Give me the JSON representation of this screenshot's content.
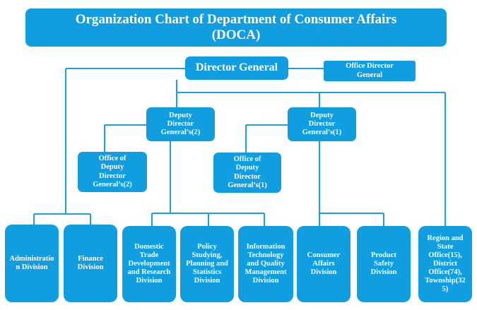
{
  "title": "Organization Chart of Department of Consumer Affairs\n(DOCA)",
  "director_general": "Director General",
  "office_director_general": "Office  Director\nGeneral",
  "deputy_dg_2": "Deputy\nDirector\nGeneral’s(2)",
  "deputy_dg_1": "Deputy\nDirector\nGeneral’s(1)",
  "office_deputy_dg_2": "Office of\nDeputy\nDirector\nGeneral’s(2)",
  "office_deputy_dg_1": "Office of\nDeputy\nDirector\nGeneral’s(1)",
  "divisions": [
    "Administratio\nn Division",
    "Finance\nDivision",
    "Domestic\nTrade\nDevelopment\nand Research\nDivision",
    "Policy\nStudying,\nPlanning and\nStatistics\nDivision",
    "Information\nTechnology\nand Quality\nManagement\nDivision",
    "Consumer\nAffairs\nDivision",
    "Product\nSafety\nDivision",
    "Region and\nState\nOffice(15),\nDistrict\nOffice(74),\nTownship(32\n5)"
  ],
  "colors": {
    "box": "#119ee0",
    "line": "#1aa0de",
    "text": "#ffffff"
  }
}
